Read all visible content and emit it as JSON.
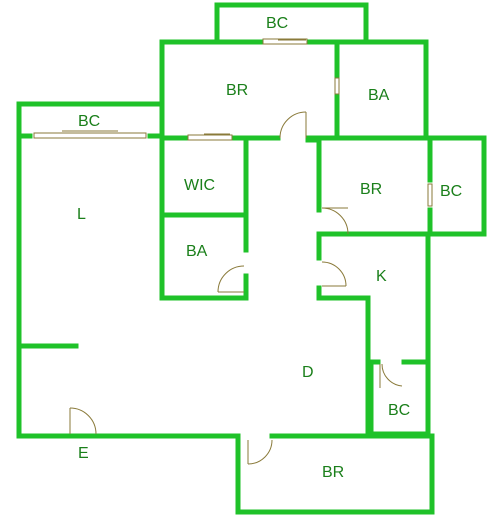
{
  "labels": {
    "bc_top": "BC",
    "br_top": "BR",
    "ba_top_right": "BA",
    "bc_left": "BC",
    "wic": "WIC",
    "l": "L",
    "br_mid": "BR",
    "bc_mid_right": "BC",
    "ba_left": "BA",
    "k": "K",
    "d": "D",
    "bc_bottom_right": "BC",
    "e": "E",
    "br_bottom": "BR"
  },
  "colors": {
    "wall": "#1fc229",
    "label": "#1a7f1a",
    "door": "#8a7a3a"
  }
}
